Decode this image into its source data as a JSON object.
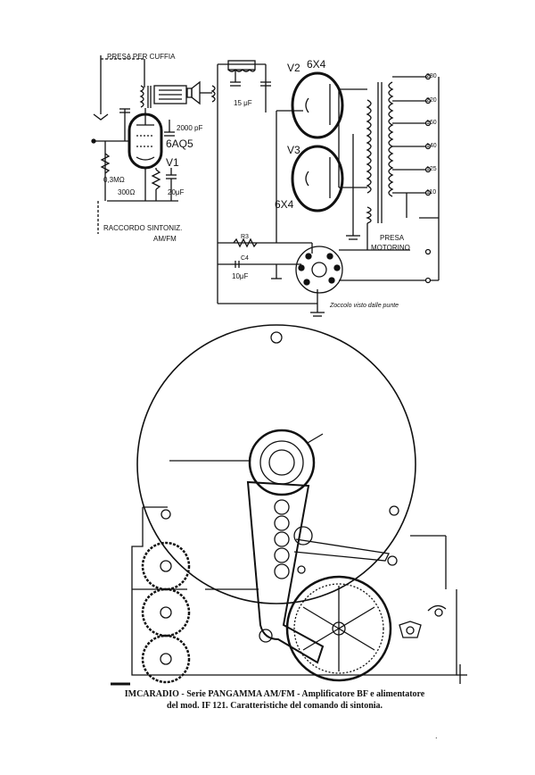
{
  "schematic": {
    "headphone_jack": "PRESA PER CUFFIA",
    "tube_v1_type": "6AQ5",
    "tube_v1_id": "V1",
    "tube_v2_id": "V2",
    "tube_v2_type": "6X4",
    "tube_v3_id": "V3",
    "tube_v3_type": "6X4",
    "cap_c3": "2000 pF",
    "cap_15uf": "15 μF",
    "cap_20uf": "20μF",
    "cap_10uf": "10μF",
    "res_03m": "0,3MΩ",
    "res_300": "300Ω",
    "res_r3": "R3",
    "cap_c4": "C4",
    "tuning_link_line1": "RACCORDO  SINTONIZ.",
    "tuning_link_line2": "AM/FM",
    "motor_socket_line1": "PRESA",
    "motor_socket_line2": "MOTORINO",
    "socket_note": "Zoccolo visto dalle punte",
    "voltage_taps": [
      "280",
      "220",
      "160",
      "140",
      "125",
      "110"
    ]
  },
  "caption": {
    "line1": "IMCARADIO - Serie PANGAMMA AM/FM - Amplificatore BF e alimentatore",
    "line2": "del mod. IF 121. Caratteristiche del comando di sintonia."
  },
  "page_marker": "."
}
